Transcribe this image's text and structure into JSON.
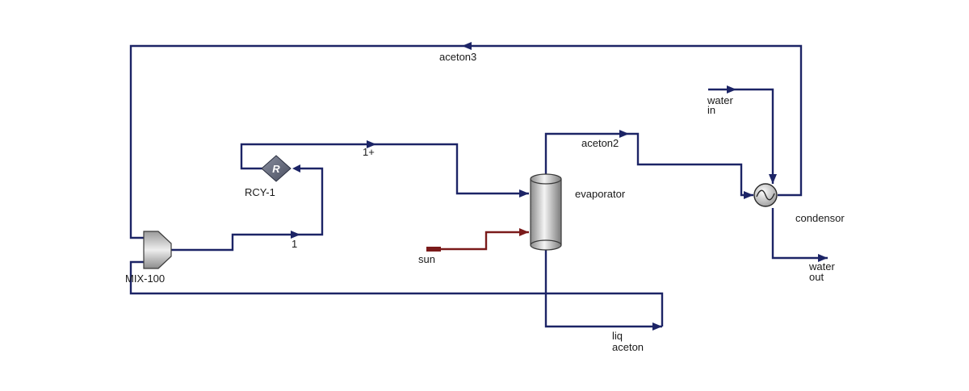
{
  "diagram": {
    "units": {
      "mixer": "MIX-100",
      "recycle": "RCY-1",
      "recycle_symbol": "R",
      "evaporator": "evaporator",
      "condenser": "condensor"
    },
    "streams": {
      "s1": "1",
      "s1plus": "1+",
      "aceton2": "aceton2",
      "aceton3": "aceton3",
      "sun": "sun",
      "water_in": [
        "water",
        "in"
      ],
      "water_out": [
        "water",
        "out"
      ],
      "liq_aceton": [
        "liq",
        "aceton"
      ]
    },
    "colors": {
      "material_stream": "#1c2466",
      "energy_stream": "#7a1a1a",
      "background": "#ffffff"
    }
  }
}
